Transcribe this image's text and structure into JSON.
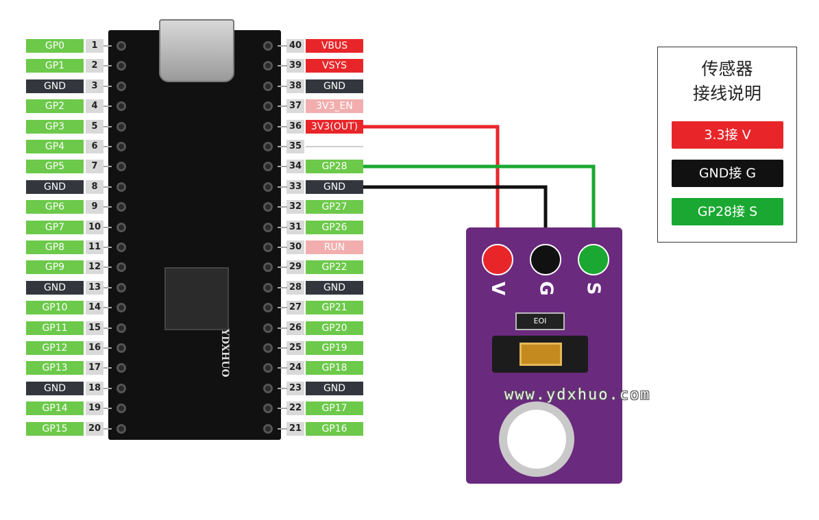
{
  "left_pins": [
    {
      "num": "1",
      "label": "GP0",
      "type": "gp"
    },
    {
      "num": "2",
      "label": "GP1",
      "type": "gp"
    },
    {
      "num": "3",
      "label": "GND",
      "type": "gnd"
    },
    {
      "num": "4",
      "label": "GP2",
      "type": "gp"
    },
    {
      "num": "5",
      "label": "GP3",
      "type": "gp"
    },
    {
      "num": "6",
      "label": "GP4",
      "type": "gp"
    },
    {
      "num": "7",
      "label": "GP5",
      "type": "gp"
    },
    {
      "num": "8",
      "label": "GND",
      "type": "gnd"
    },
    {
      "num": "9",
      "label": "GP6",
      "type": "gp"
    },
    {
      "num": "10",
      "label": "GP7",
      "type": "gp"
    },
    {
      "num": "11",
      "label": "GP8",
      "type": "gp"
    },
    {
      "num": "12",
      "label": "GP9",
      "type": "gp"
    },
    {
      "num": "13",
      "label": "GND",
      "type": "gnd"
    },
    {
      "num": "14",
      "label": "GP10",
      "type": "gp"
    },
    {
      "num": "15",
      "label": "GP11",
      "type": "gp"
    },
    {
      "num": "16",
      "label": "GP12",
      "type": "gp"
    },
    {
      "num": "17",
      "label": "GP13",
      "type": "gp"
    },
    {
      "num": "18",
      "label": "GND",
      "type": "gnd"
    },
    {
      "num": "19",
      "label": "GP14",
      "type": "gp"
    },
    {
      "num": "20",
      "label": "GP15",
      "type": "gp"
    }
  ],
  "right_pins": [
    {
      "num": "40",
      "label": "VBUS",
      "type": "pwr"
    },
    {
      "num": "39",
      "label": "VSYS",
      "type": "pwr"
    },
    {
      "num": "38",
      "label": "GND",
      "type": "gnd"
    },
    {
      "num": "37",
      "label": "3V3_EN",
      "type": "pink"
    },
    {
      "num": "36",
      "label": "3V3(OUT)",
      "type": "pwr"
    },
    {
      "num": "35",
      "label": "",
      "type": "none"
    },
    {
      "num": "34",
      "label": "GP28",
      "type": "gp"
    },
    {
      "num": "33",
      "label": "GND",
      "type": "gnd"
    },
    {
      "num": "32",
      "label": "GP27",
      "type": "gp"
    },
    {
      "num": "31",
      "label": "GP26",
      "type": "gp"
    },
    {
      "num": "30",
      "label": "RUN",
      "type": "pink"
    },
    {
      "num": "29",
      "label": "GP22",
      "type": "gp"
    },
    {
      "num": "28",
      "label": "GND",
      "type": "gnd"
    },
    {
      "num": "27",
      "label": "GP21",
      "type": "gp"
    },
    {
      "num": "26",
      "label": "GP20",
      "type": "gp"
    },
    {
      "num": "25",
      "label": "GP19",
      "type": "gp"
    },
    {
      "num": "24",
      "label": "GP18",
      "type": "gp"
    },
    {
      "num": "23",
      "label": "GND",
      "type": "gnd"
    },
    {
      "num": "22",
      "label": "GP17",
      "type": "gp"
    },
    {
      "num": "21",
      "label": "GP16",
      "type": "gp"
    }
  ],
  "board": {
    "silk_brand": "YDXHUO"
  },
  "module": {
    "pins": [
      {
        "letter": "V",
        "color": "#e8262a"
      },
      {
        "letter": "G",
        "color": "#111111"
      },
      {
        "letter": "S",
        "color": "#1aa832"
      }
    ],
    "resistor_label": "EOI",
    "watermark": "www.ydxhuo.com"
  },
  "wires": [
    {
      "from_pin": "36",
      "to": "V",
      "color": "#e8262a"
    },
    {
      "from_pin": "34",
      "to": "S",
      "color": "#1aa832"
    },
    {
      "from_pin": "33",
      "to": "G",
      "color": "#111111"
    }
  ],
  "legend": {
    "title_line1": "传感器",
    "title_line2": "接线说明",
    "items": [
      {
        "text": "3.3接 V",
        "color": "#e8262a"
      },
      {
        "text": "GND接 G",
        "color": "#111111"
      },
      {
        "text": "GP28接 S",
        "color": "#1aa832"
      }
    ]
  }
}
